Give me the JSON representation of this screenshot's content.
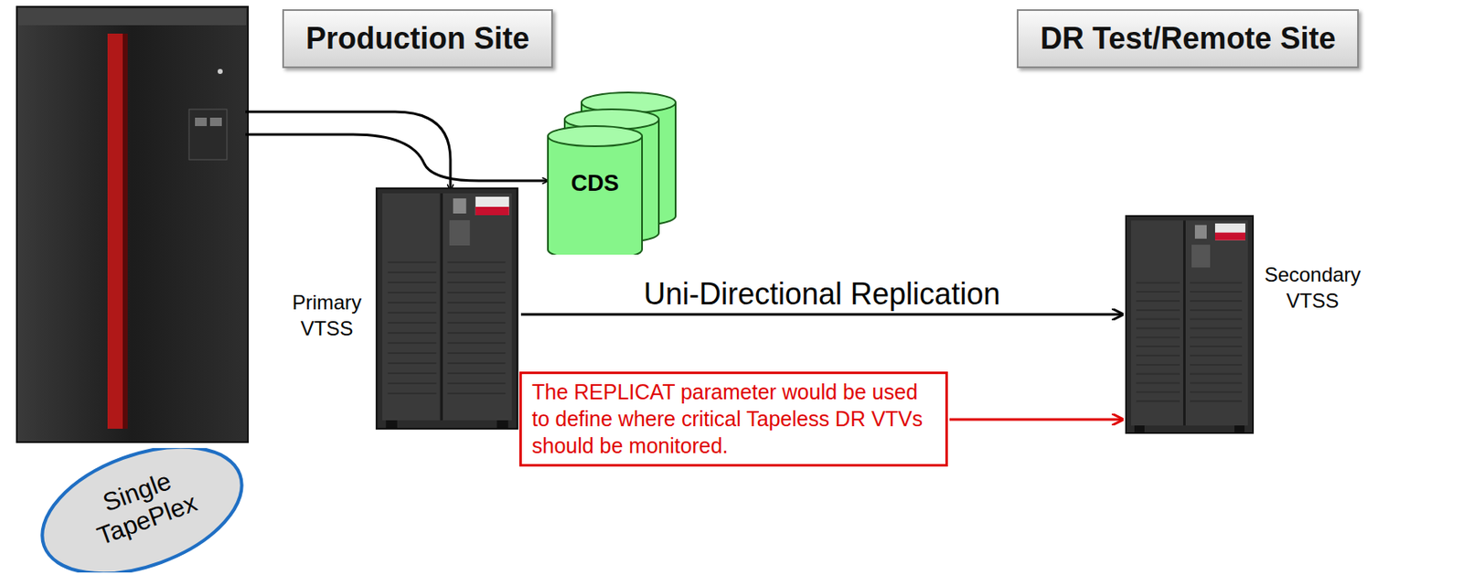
{
  "diagram": {
    "nodes": [
      {
        "text": [
          "Production Site"
        ]
      },
      {
        "text": [
          "DR Test/Remote Site"
        ]
      },
      {
        "text": [
          "CDS"
        ]
      },
      {
        "text": [
          "Primary VTSS"
        ]
      },
      {
        "text": [
          "Secondary VTSS"
        ]
      },
      {
        "text": [
          "The REPLICAT parameter would be used to define where critical Tapeless DR VTVs should be monitored."
        ]
      },
      {
        "text": [
          "Single TapePlex"
        ]
      }
    ],
    "edges": [
      {
        "from": 3,
        "to": 4,
        "label": "Uni-Directional Replication",
        "arrow": "to"
      },
      {
        "from": 5,
        "to": 4,
        "arrow": "to"
      }
    ]
  }
}
